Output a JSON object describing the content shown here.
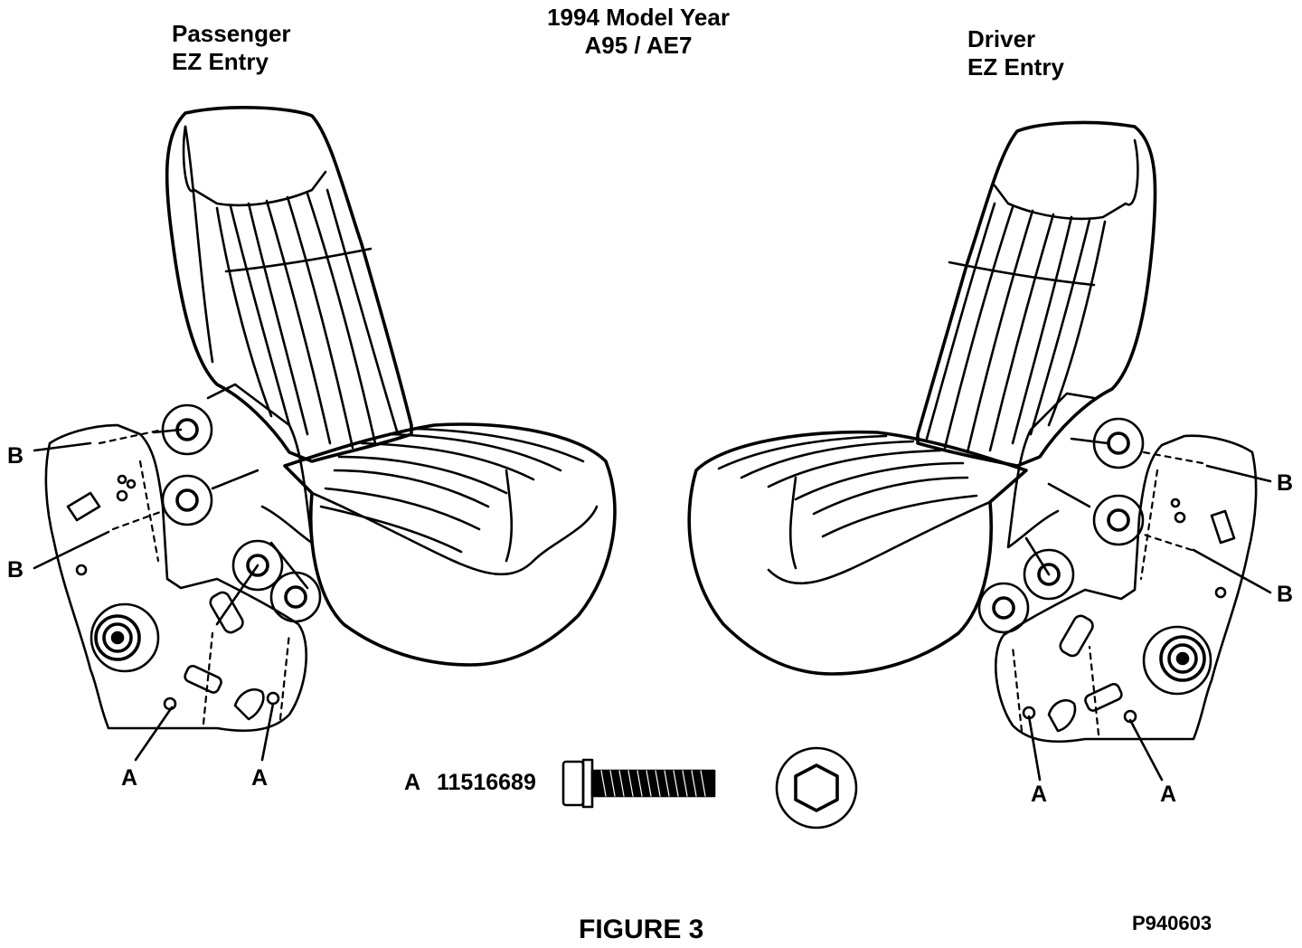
{
  "header": {
    "title_line1": "1994 Model Year",
    "title_line2": "A95 / AE7"
  },
  "passenger": {
    "label_line1": "Passenger",
    "label_line2": "EZ Entry",
    "callouts": [
      "B",
      "B",
      "A",
      "A"
    ]
  },
  "driver": {
    "label_line1": "Driver",
    "label_line2": "EZ Entry",
    "callouts": [
      "B",
      "B",
      "A",
      "A"
    ]
  },
  "part": {
    "callout": "A",
    "number": "11516689"
  },
  "footer": {
    "figure_caption": "FIGURE 3",
    "figure_id": "P940603"
  }
}
